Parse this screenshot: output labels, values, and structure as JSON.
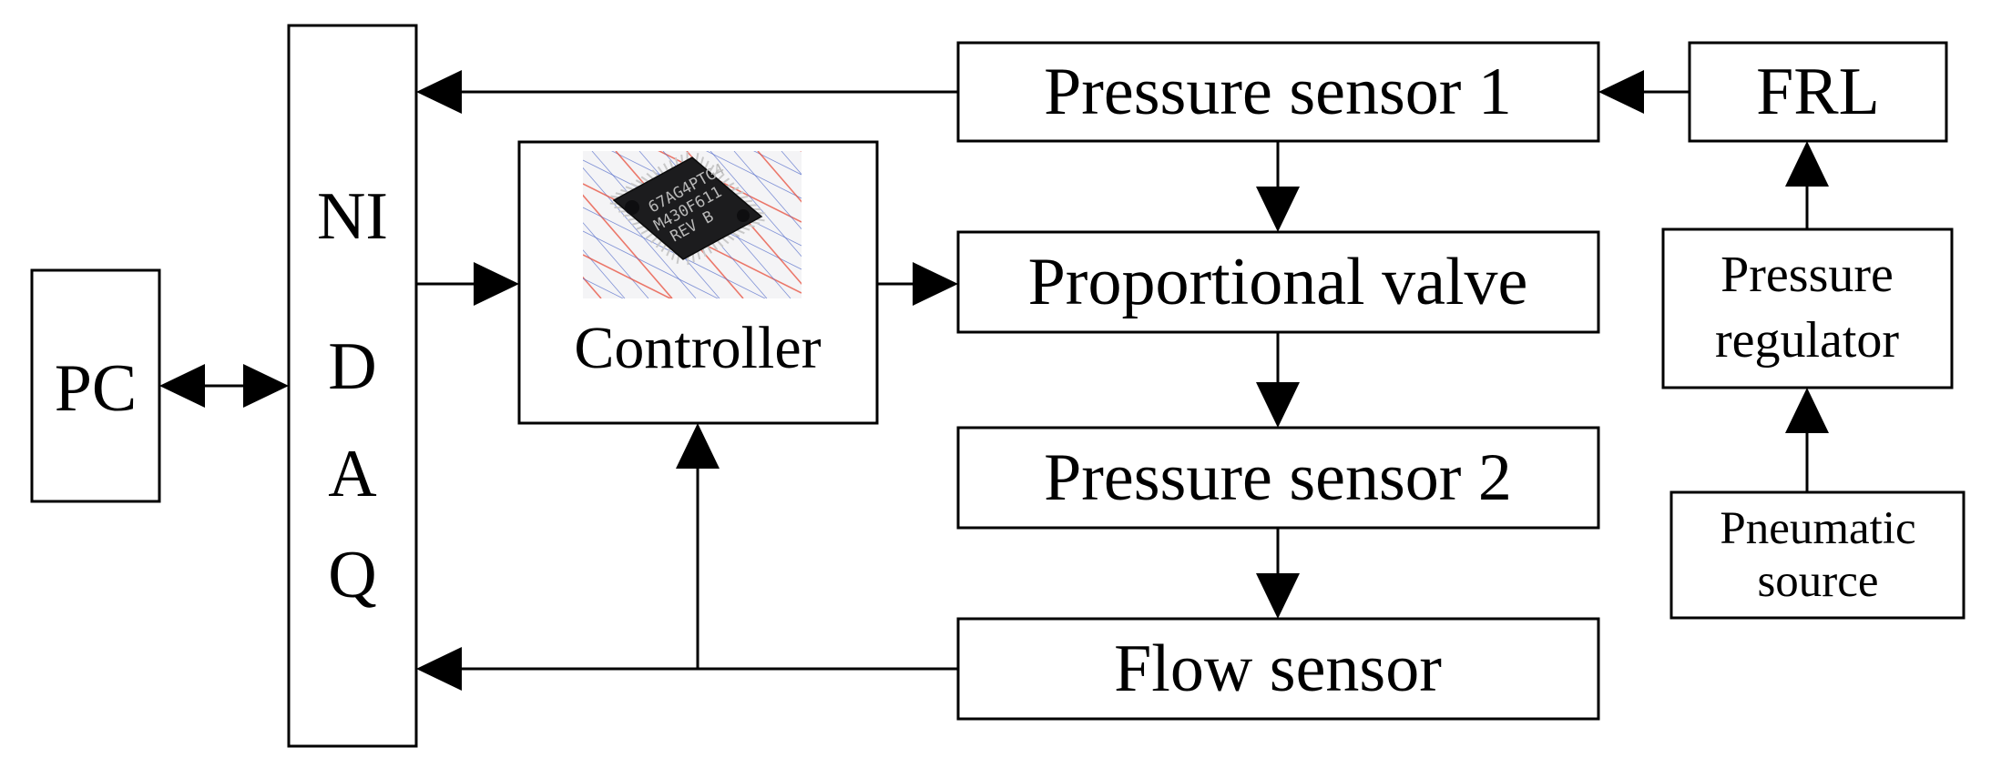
{
  "blocks": {
    "pc": "PC",
    "daq": [
      "NI",
      "D",
      "A",
      "Q"
    ],
    "controller": "Controller",
    "pressure_sensor_1": "Pressure sensor 1",
    "proportional_valve": "Proportional valve",
    "pressure_sensor_2": "Pressure sensor 2",
    "flow_sensor": "Flow sensor",
    "frl": "FRL",
    "pressure_regulator": [
      "Pressure",
      "regulator"
    ],
    "pneumatic_source": [
      "Pneumatic",
      "source"
    ]
  },
  "chip_markings": [
    "67AG4PTG4",
    "M430F611",
    "REV B"
  ],
  "colors": {
    "line": "#000000",
    "background": "#ffffff",
    "chip": "#1c1c1e",
    "grid_red": "#e8432f",
    "grid_blue": "#4f68c8"
  }
}
